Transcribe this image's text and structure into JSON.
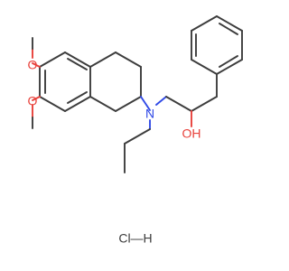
{
  "molecule": {
    "atoms": {
      "oxygen_top": "O",
      "oxygen_bottom": "O",
      "nitrogen": "N",
      "hydroxyl": "OH",
      "salt": "Cl—H"
    },
    "colors": {
      "bond": "#3c3c3c",
      "oxygen": "#e8413b",
      "nitrogen": "#2f49e6",
      "background": "#ffffff"
    }
  }
}
